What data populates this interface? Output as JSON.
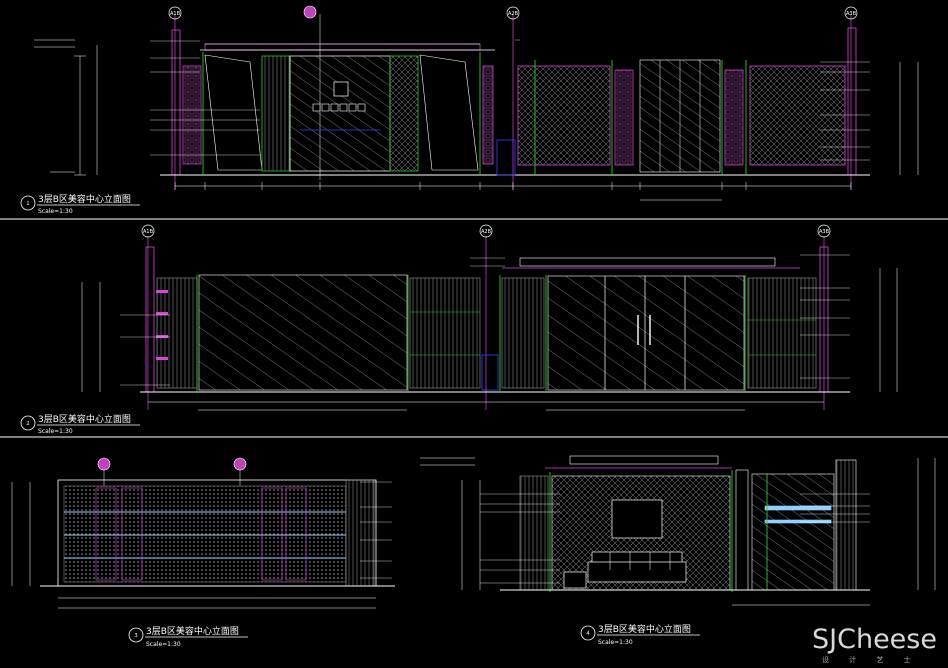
{
  "views": [
    {
      "number": "1",
      "title": "3层B区美容中心立面图",
      "scale": "Scale=1:30"
    },
    {
      "number": "2",
      "title": "3层B区美容中心立面图",
      "scale": "Scale=1:30"
    },
    {
      "number": "3",
      "title": "3层B区美容中心立面图",
      "scale": "Scale=1:30"
    },
    {
      "number": "4",
      "title": "3层B区美容中心立面图",
      "scale": "Scale=1:30"
    }
  ],
  "axis_bubbles": {
    "v1": [
      "A1B",
      "A2B",
      "A3B"
    ],
    "v2": [
      "A1B",
      "A2B",
      "A3B"
    ]
  },
  "watermark": {
    "brand": "SJCheese",
    "sub": "设 计 艺 士"
  },
  "colors": {
    "bg": "#000000",
    "green": "#1fd11f",
    "magenta": "#e040e0",
    "white": "#ffffff",
    "blue": "#3344ff",
    "grey": "#9a9a9a",
    "red": "#ff3030"
  }
}
